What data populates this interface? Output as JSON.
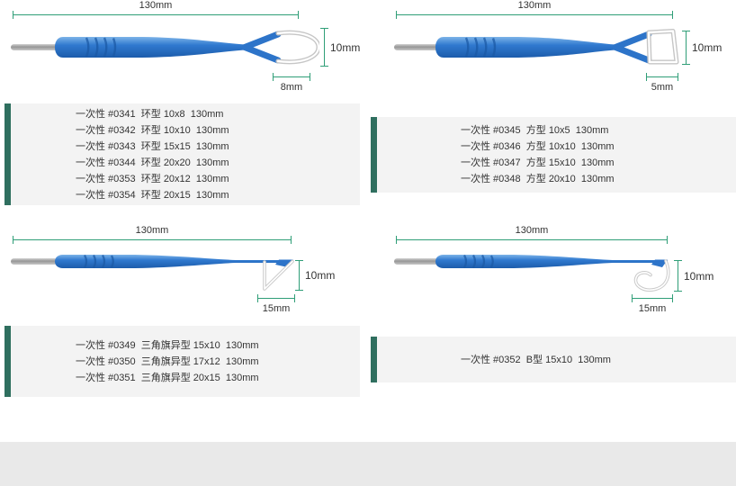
{
  "colors": {
    "dimension": "#2f9e77",
    "list_bar": "#2f6f5f",
    "list_bg": "#f3f3f3",
    "handle_blue": "#2d74c9",
    "footer": "#e9e9e9"
  },
  "panels": [
    {
      "name": "ring-electrode",
      "dims": {
        "length": "130mm",
        "height": "10mm",
        "width": "8mm"
      },
      "products": [
        {
          "prefix": "一次性",
          "code": "#0341",
          "type": "环型",
          "size": "10x8",
          "length": "130mm"
        },
        {
          "prefix": "一次性",
          "code": "#0342",
          "type": "环型",
          "size": "10x10",
          "length": "130mm"
        },
        {
          "prefix": "一次性",
          "code": "#0343",
          "type": "环型",
          "size": "15x15",
          "length": "130mm"
        },
        {
          "prefix": "一次性",
          "code": "#0344",
          "type": "环型",
          "size": "20x20",
          "length": "130mm"
        },
        {
          "prefix": "一次性",
          "code": "#0353",
          "type": "环型",
          "size": "20x12",
          "length": "130mm"
        },
        {
          "prefix": "一次性",
          "code": "#0354",
          "type": "环型",
          "size": "20x15",
          "length": "130mm"
        }
      ]
    },
    {
      "name": "square-electrode",
      "dims": {
        "length": "130mm",
        "height": "10mm",
        "width": "5mm"
      },
      "products": [
        {
          "prefix": "一次性",
          "code": "#0345",
          "type": "方型",
          "size": "10x5",
          "length": "130mm"
        },
        {
          "prefix": "一次性",
          "code": "#0346",
          "type": "方型",
          "size": "10x10",
          "length": "130mm"
        },
        {
          "prefix": "一次性",
          "code": "#0347",
          "type": "方型",
          "size": "15x10",
          "length": "130mm"
        },
        {
          "prefix": "一次性",
          "code": "#0348",
          "type": "方型",
          "size": "20x10",
          "length": "130mm"
        }
      ]
    },
    {
      "name": "triangle-flag-electrode",
      "dims": {
        "length": "130mm",
        "height": "10mm",
        "width": "15mm"
      },
      "products": [
        {
          "prefix": "一次性",
          "code": "#0349",
          "type": "三角旗异型",
          "size": "15x10",
          "length": "130mm"
        },
        {
          "prefix": "一次性",
          "code": "#0350",
          "type": "三角旗异型",
          "size": "17x12",
          "length": "130mm"
        },
        {
          "prefix": "一次性",
          "code": "#0351",
          "type": "三角旗异型",
          "size": "20x15",
          "length": "130mm"
        }
      ]
    },
    {
      "name": "b-type-electrode",
      "dims": {
        "length": "130mm",
        "height": "10mm",
        "width": "15mm"
      },
      "products": [
        {
          "prefix": "一次性",
          "code": "#0352",
          "type": "B型",
          "size": "15x10",
          "length": "130mm"
        }
      ]
    }
  ]
}
